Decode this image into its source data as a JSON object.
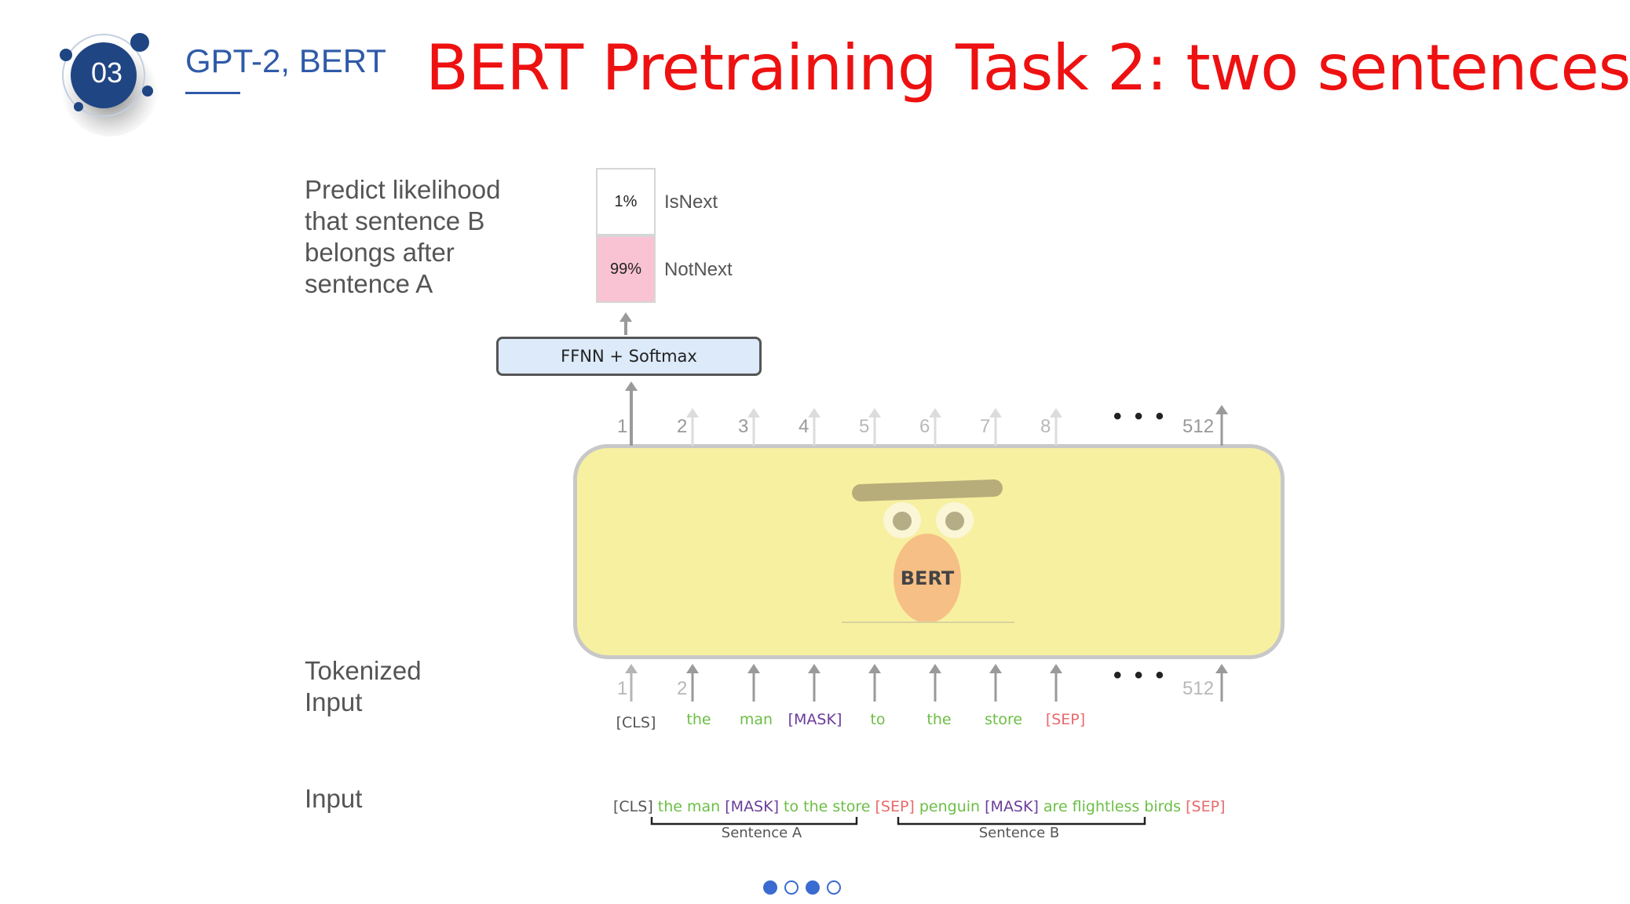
{
  "header": {
    "section_number": "03",
    "section_label": "GPT-2, BERT",
    "title": "BERT Pretraining Task 2: two sentences"
  },
  "diagram": {
    "side_labels": {
      "predict": "Predict likelihood\nthat sentence B\nbelongs after\nsentence A",
      "tokenized": "Tokenized\nInput",
      "input": "Input"
    },
    "probabilities": [
      {
        "value": "1%",
        "label": "IsNext"
      },
      {
        "value": "99%",
        "label": "NotNext"
      }
    ],
    "classifier_label": "FFNN + Softmax",
    "model_label": "BERT",
    "output_positions": [
      "1",
      "2",
      "3",
      "4",
      "5",
      "6",
      "7",
      "8",
      "512"
    ],
    "input_positions": [
      "1",
      "2",
      "512"
    ],
    "ellipsis": "• • •",
    "tokens": [
      "[CLS]",
      "the",
      "man",
      "[MASK]",
      "to",
      "the",
      "store",
      "[SEP]"
    ],
    "input_sequence": [
      {
        "text": "[CLS]",
        "color": "#555555"
      },
      {
        "text": "the man",
        "color": "#6cbe45"
      },
      {
        "text": "[MASK]",
        "color": "#6a3d9a"
      },
      {
        "text": "to the store",
        "color": "#6cbe45"
      },
      {
        "text": "[SEP]",
        "color": "#e86a6a"
      },
      {
        "text": "penguin",
        "color": "#6cbe45"
      },
      {
        "text": "[MASK]",
        "color": "#6a3d9a"
      },
      {
        "text": "are flightless birds",
        "color": "#6cbe45"
      },
      {
        "text": "[SEP]",
        "color": "#e86a6a"
      }
    ],
    "sentence_a_label": "Sentence A",
    "sentence_b_label": "Sentence B"
  },
  "pager": {
    "total": 4,
    "filled": [
      0,
      2
    ]
  },
  "colors": {
    "title": "#ee1111",
    "accent": "#2f5aa8",
    "bert_body": "#f7f0a0",
    "notnext_fill": "#f9c3d3",
    "classifier_fill": "#dceaf9"
  }
}
